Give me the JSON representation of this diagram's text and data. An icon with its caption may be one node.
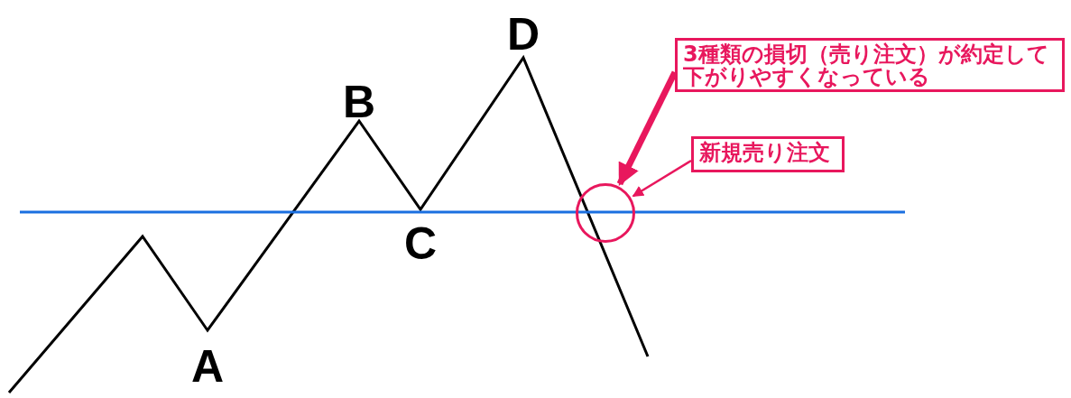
{
  "diagram": {
    "nodes": [
      {
        "text": [
          "3種類の損切（売り注文）が約定して下がりやすくなっている"
        ]
      },
      {
        "text": [
          "新規売り注文"
        ]
      },
      {
        "text": [],
        "shape": "circle"
      }
    ],
    "edges": [
      {
        "from": 0,
        "to": 2,
        "arrow": "to",
        "style": "thick"
      },
      {
        "from": 1,
        "to": 2,
        "arrow": "to"
      }
    ],
    "labels": [
      "D",
      "B",
      "C",
      "A"
    ]
  }
}
